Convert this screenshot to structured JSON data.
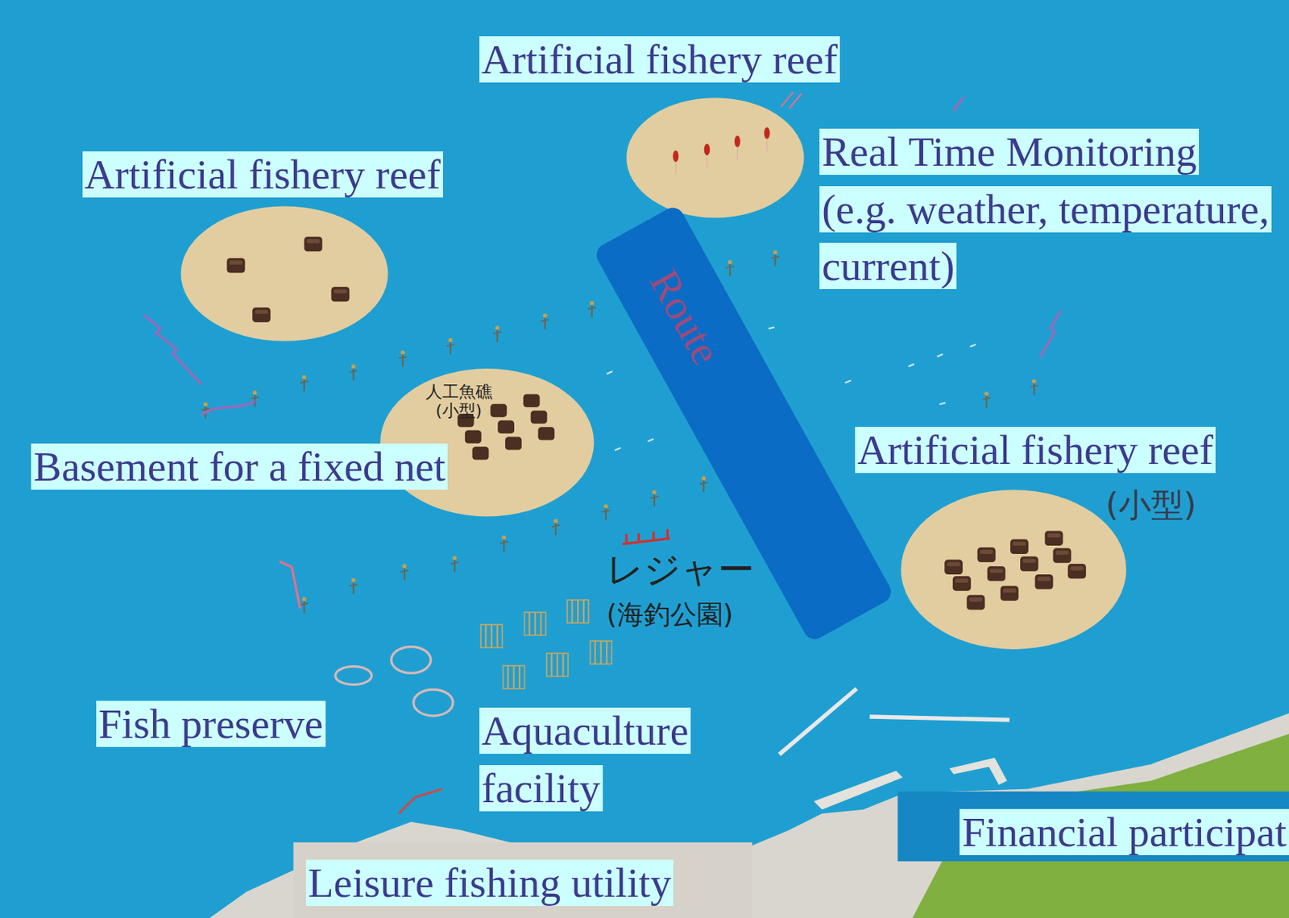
{
  "diagram": {
    "nodes": [
      {
        "text": [
          "Artificial fishery reef"
        ]
      },
      {
        "text": [
          "Real Time Monitoring (e.g. weather, temperature, current)"
        ]
      },
      {
        "text": [
          "Artificial fishery reef"
        ]
      },
      {
        "text": [
          "人工魚礁 (小型)"
        ]
      },
      {
        "text": [
          "Route"
        ]
      },
      {
        "text": [
          "Basement for a fixed net"
        ]
      },
      {
        "text": [
          "Artificial fishery reef"
        ]
      },
      {
        "text": [
          "Fish preserve"
        ]
      },
      {
        "text": [
          "Aquaculture facility"
        ]
      },
      {
        "text": [
          "Financial participat"
        ]
      },
      {
        "text": [
          "Leisure fishing utility"
        ]
      }
    ],
    "labels": [
      "(小型)",
      "レジャー",
      "(海釣公園)"
    ]
  }
}
